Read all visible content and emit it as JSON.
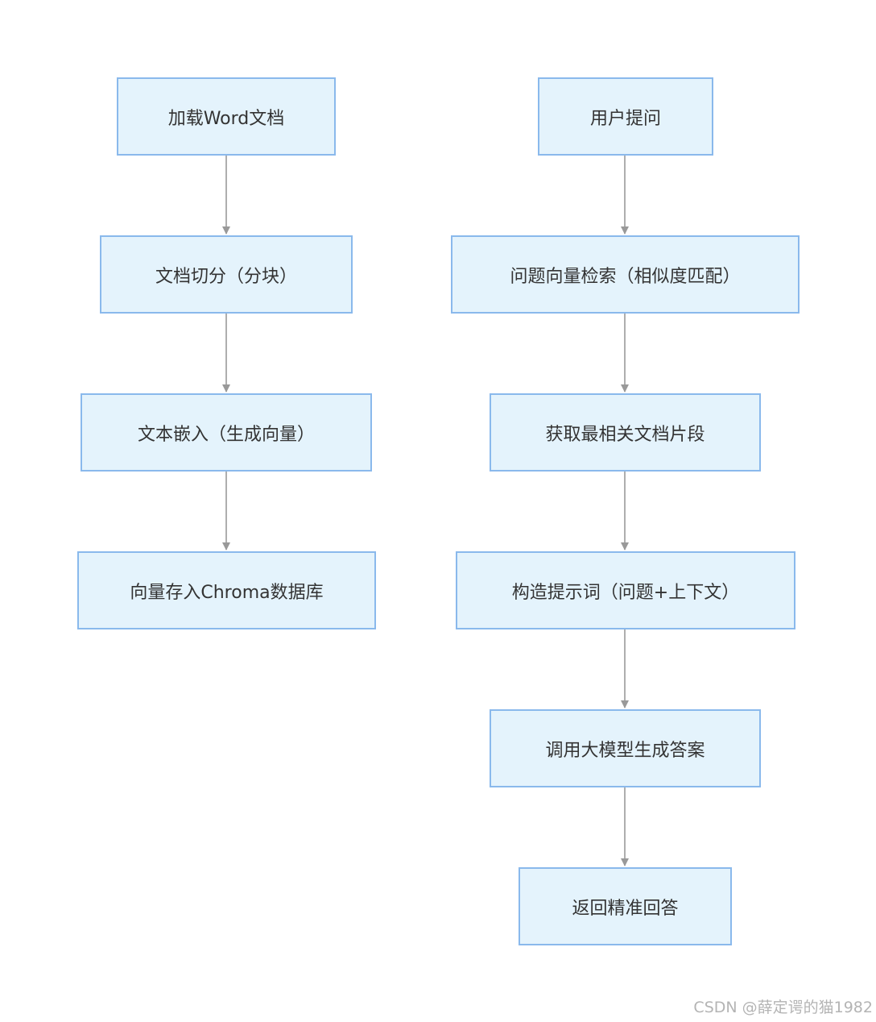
{
  "diagram": {
    "left_flow": [
      {
        "id": "load_word",
        "label": "加载Word文档"
      },
      {
        "id": "doc_split",
        "label": "文档切分（分块）"
      },
      {
        "id": "text_embed",
        "label": "文本嵌入（生成向量）"
      },
      {
        "id": "store_chroma",
        "label": "向量存入Chroma数据库"
      }
    ],
    "right_flow": [
      {
        "id": "user_question",
        "label": "用户提问"
      },
      {
        "id": "vector_search",
        "label": "问题向量检索（相似度匹配）"
      },
      {
        "id": "get_chunks",
        "label": "获取最相关文档片段"
      },
      {
        "id": "build_prompt",
        "label": "构造提示词（问题+上下文）"
      },
      {
        "id": "call_llm",
        "label": "调用大模型生成答案"
      },
      {
        "id": "return_answer",
        "label": "返回精准回答"
      }
    ],
    "edges": [
      [
        "load_word",
        "doc_split"
      ],
      [
        "doc_split",
        "text_embed"
      ],
      [
        "text_embed",
        "store_chroma"
      ],
      [
        "user_question",
        "vector_search"
      ],
      [
        "vector_search",
        "get_chunks"
      ],
      [
        "get_chunks",
        "build_prompt"
      ],
      [
        "build_prompt",
        "call_llm"
      ],
      [
        "call_llm",
        "return_answer"
      ]
    ],
    "colors": {
      "node_fill": "#e4f3fc",
      "node_border": "#8ab9ec",
      "edge": "#999999",
      "text": "#333333"
    }
  },
  "watermark": "CSDN @薛定谔的猫1982"
}
